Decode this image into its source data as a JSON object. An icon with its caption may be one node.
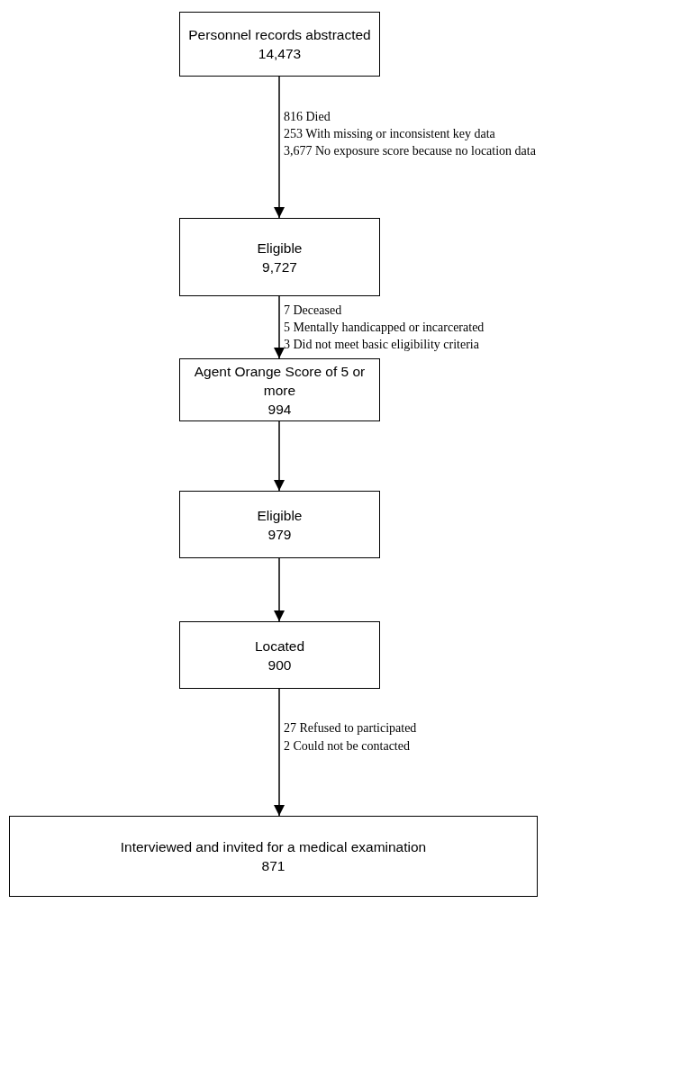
{
  "diagram": {
    "nodes": [
      {
        "text": [
          "Personnel records abstracted",
          "14,473"
        ]
      },
      {
        "text": [
          "Eligible",
          "9,727"
        ]
      },
      {
        "text": [
          "Agent Orange Score of 5 or more",
          "994"
        ]
      },
      {
        "text": [
          "Eligible",
          "979"
        ]
      },
      {
        "text": [
          "Located",
          "900"
        ]
      },
      {
        "text": [
          "Interviewed and invited for a medical examination",
          "871"
        ]
      }
    ],
    "edges": [
      {
        "from": 0,
        "to": 1,
        "arrow": "to"
      },
      {
        "from": 1,
        "to": 2,
        "arrow": "to"
      },
      {
        "from": 2,
        "to": 3,
        "arrow": "to"
      },
      {
        "from": 3,
        "to": 4,
        "arrow": "to"
      },
      {
        "from": 4,
        "to": 5,
        "arrow": "to"
      }
    ],
    "labels": [
      "816 Died",
      "253 With missing or inconsistent key data",
      "3,677 No exposure score because no location data",
      "7 Deceased",
      "5 Mentally handicapped or incarcerated",
      "3 Did not meet basic eligibility criteria",
      "27 Refused to participated",
      "2 Could not be contacted"
    ]
  }
}
